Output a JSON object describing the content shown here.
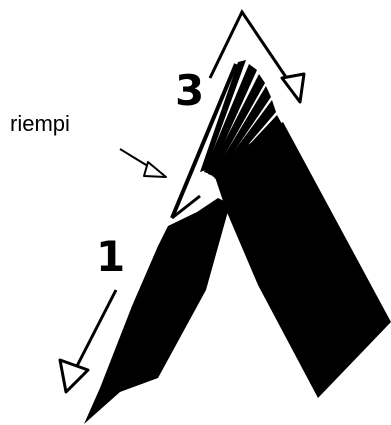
{
  "labels": {
    "step_3": "3",
    "step_1": "1",
    "fill": "riempi"
  },
  "colors": {
    "ink": "#000000",
    "paper": "#ffffff"
  }
}
